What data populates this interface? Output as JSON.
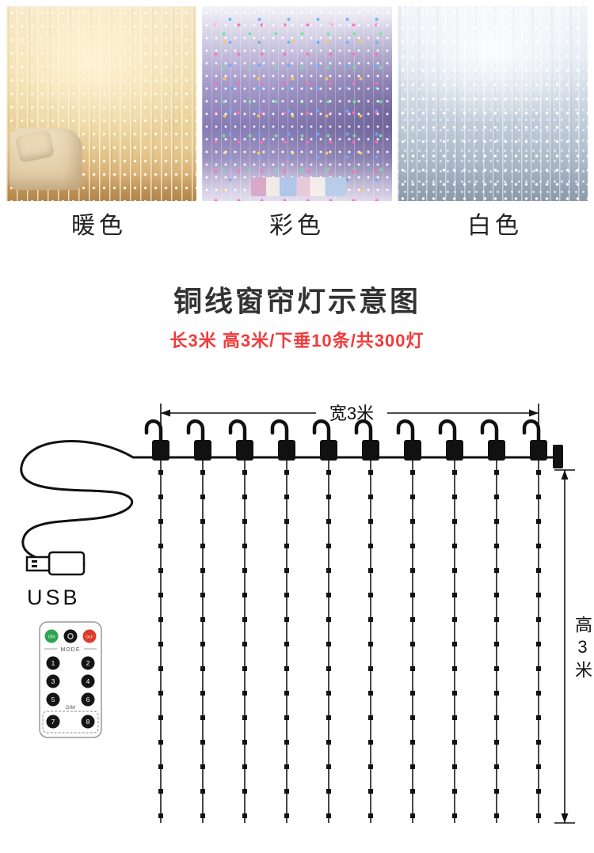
{
  "photos": [
    {
      "label": "暖色",
      "variant": "warm"
    },
    {
      "label": "彩色",
      "variant": "multicolor"
    },
    {
      "label": "白色",
      "variant": "white"
    }
  ],
  "title": "铜线窗帘灯示意图",
  "subtitle": "长3米 高3米/下垂10条/共300灯",
  "diagram": {
    "width_label": "宽3米",
    "height_label": "高3米",
    "usb_label": "USB",
    "string_count": 10,
    "remote": {
      "on_label": "ON",
      "off_label": "OFF",
      "mode_label": "MODE",
      "dim_label": "DIM",
      "keys": [
        "1",
        "2",
        "3",
        "4",
        "5",
        "6",
        "7",
        "8"
      ]
    }
  },
  "colors": {
    "accent_red": "#f23a3a",
    "ink": "#111111",
    "remote_on_green": "#2ea44f",
    "remote_off_red": "#dc3c2a"
  }
}
